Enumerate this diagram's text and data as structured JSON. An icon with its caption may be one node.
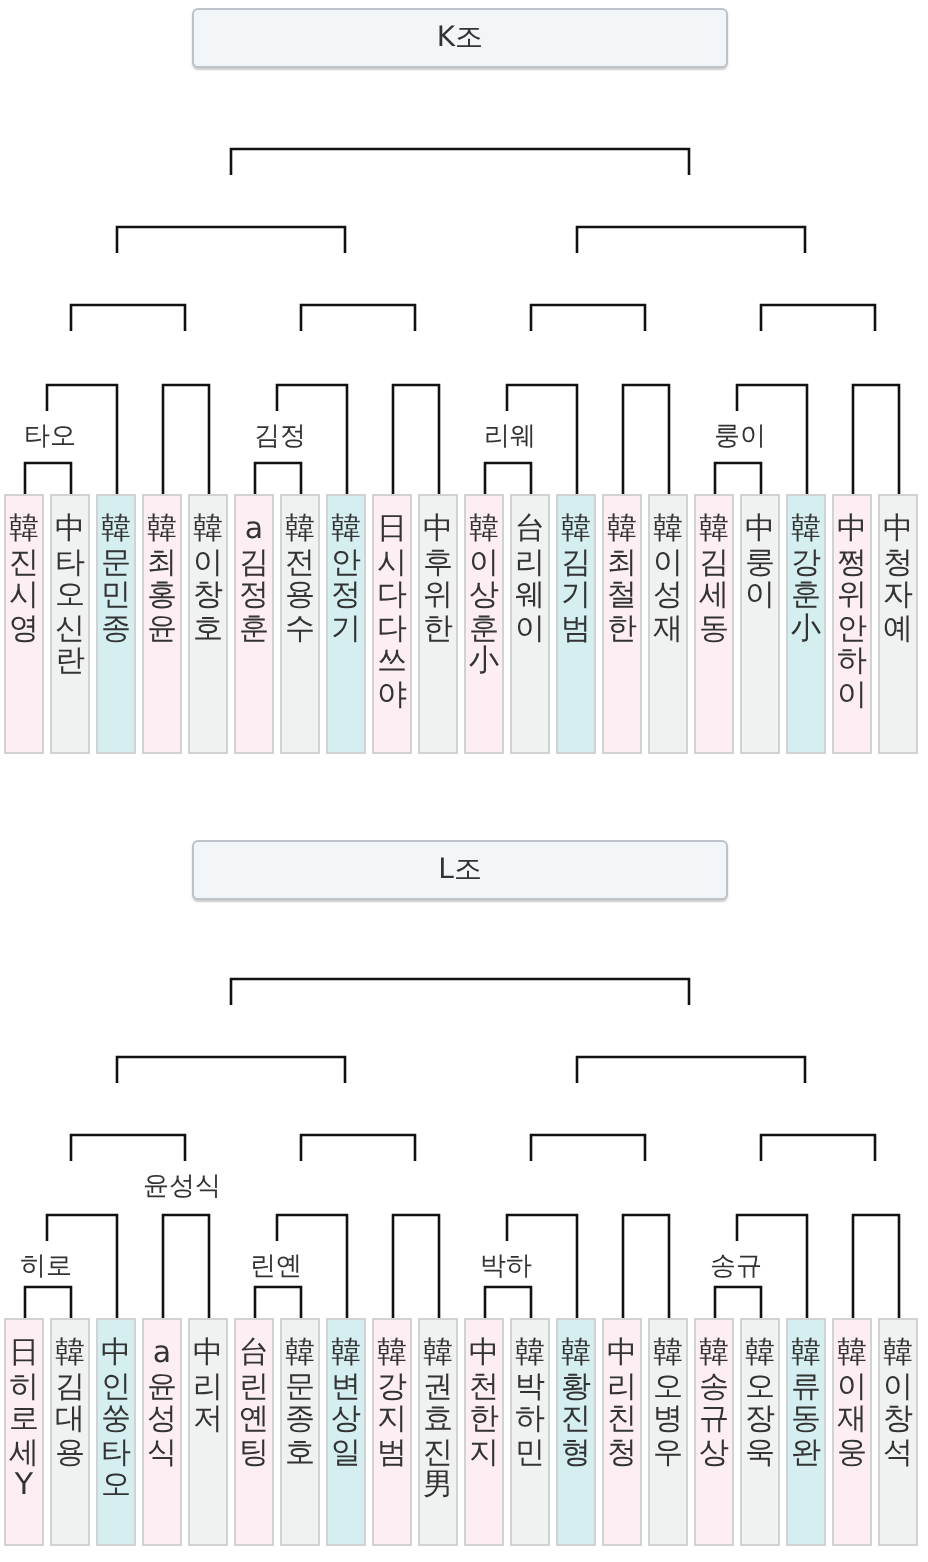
{
  "diagram": {
    "nodes": [
      {
        "text": [
          "K조"
        ]
      },
      {
        "text": [
          "韓진시영"
        ]
      },
      {
        "text": [
          "中타오신란"
        ]
      },
      {
        "text": [
          "韓문민종"
        ]
      },
      {
        "text": [
          "韓최홍윤"
        ]
      },
      {
        "text": [
          "韓이창호"
        ]
      },
      {
        "text": [
          "a김정훈"
        ]
      },
      {
        "text": [
          "韓전용수"
        ]
      },
      {
        "text": [
          "韓안정기"
        ]
      },
      {
        "text": [
          "日시다다쓰야"
        ]
      },
      {
        "text": [
          "中후위한"
        ]
      },
      {
        "text": [
          "韓이상훈小"
        ]
      },
      {
        "text": [
          "台리웨이"
        ]
      },
      {
        "text": [
          "韓김기범"
        ]
      },
      {
        "text": [
          "韓최철한"
        ]
      },
      {
        "text": [
          "韓이성재"
        ]
      },
      {
        "text": [
          "韓김세동"
        ]
      },
      {
        "text": [
          "中룽이"
        ]
      },
      {
        "text": [
          "韓강훈小"
        ]
      },
      {
        "text": [
          "中쩡위안하이"
        ]
      },
      {
        "text": [
          "中청자예"
        ]
      },
      {
        "text": [
          "L조"
        ]
      },
      {
        "text": [
          "日히로세Y"
        ]
      },
      {
        "text": [
          "韓김대용"
        ]
      },
      {
        "text": [
          "中인쑹타오"
        ]
      },
      {
        "text": [
          "a윤성식"
        ]
      },
      {
        "text": [
          "中리저"
        ]
      },
      {
        "text": [
          "台린옌팅"
        ]
      },
      {
        "text": [
          "韓문종호"
        ]
      },
      {
        "text": [
          "韓변상일"
        ]
      },
      {
        "text": [
          "韓강지범"
        ]
      },
      {
        "text": [
          "韓권효진男"
        ]
      },
      {
        "text": [
          "中천한지"
        ]
      },
      {
        "text": [
          "韓박하민"
        ]
      },
      {
        "text": [
          "韓황진형"
        ]
      },
      {
        "text": [
          "中리친청"
        ]
      },
      {
        "text": [
          "韓오병우"
        ]
      },
      {
        "text": [
          "韓송규상"
        ]
      },
      {
        "text": [
          "韓오장욱"
        ]
      },
      {
        "text": [
          "韓류동완"
        ]
      },
      {
        "text": [
          "韓이재웅"
        ]
      },
      {
        "text": [
          "韓이창석"
        ]
      }
    ],
    "labels": [
      "타오",
      "김정",
      "리웨",
      "룽이",
      "윤성식",
      "히로",
      "린옌",
      "박하",
      "송규"
    ]
  }
}
